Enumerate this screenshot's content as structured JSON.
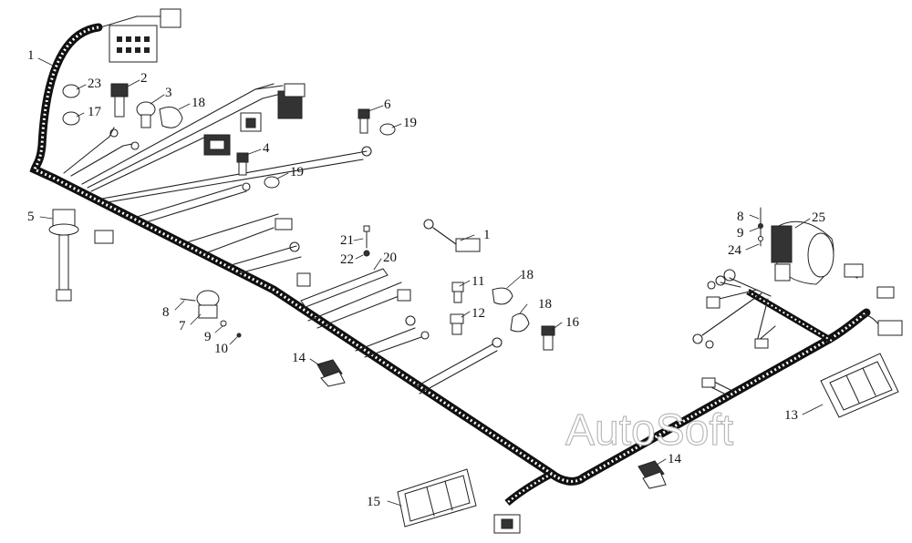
{
  "watermark": "AutoSoft",
  "callouts": [
    "1",
    "2",
    "3",
    "4",
    "5",
    "6",
    "7",
    "8",
    "9",
    "10",
    "11",
    "12",
    "13",
    "14",
    "15",
    "16",
    "17",
    "18",
    "19",
    "20",
    "21",
    "22",
    "23",
    "24",
    "25"
  ],
  "colors": {
    "ink": "#222222",
    "background": "#ffffff",
    "watermark_outline": "#b9b9b9"
  }
}
